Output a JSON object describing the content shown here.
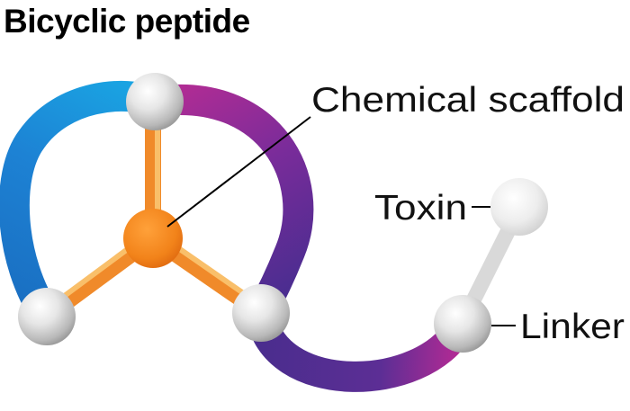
{
  "title": "Bicyclic peptide",
  "labels": {
    "scaffold": "Chemical scaffold",
    "toxin": "Toxin",
    "linker": "Linker"
  },
  "colors": {
    "loop_blue": "#1e7fcf",
    "loop_cyan": "#1aa0e0",
    "loop_purple": "#9e2a9c",
    "loop_indigo": "#4f2d8f",
    "scaffold_orange": "#f2861c",
    "spoke_orange": "#f5a64a",
    "anchor_gray": "#cfcfcf",
    "linker_gray": "#d6d6d6"
  }
}
